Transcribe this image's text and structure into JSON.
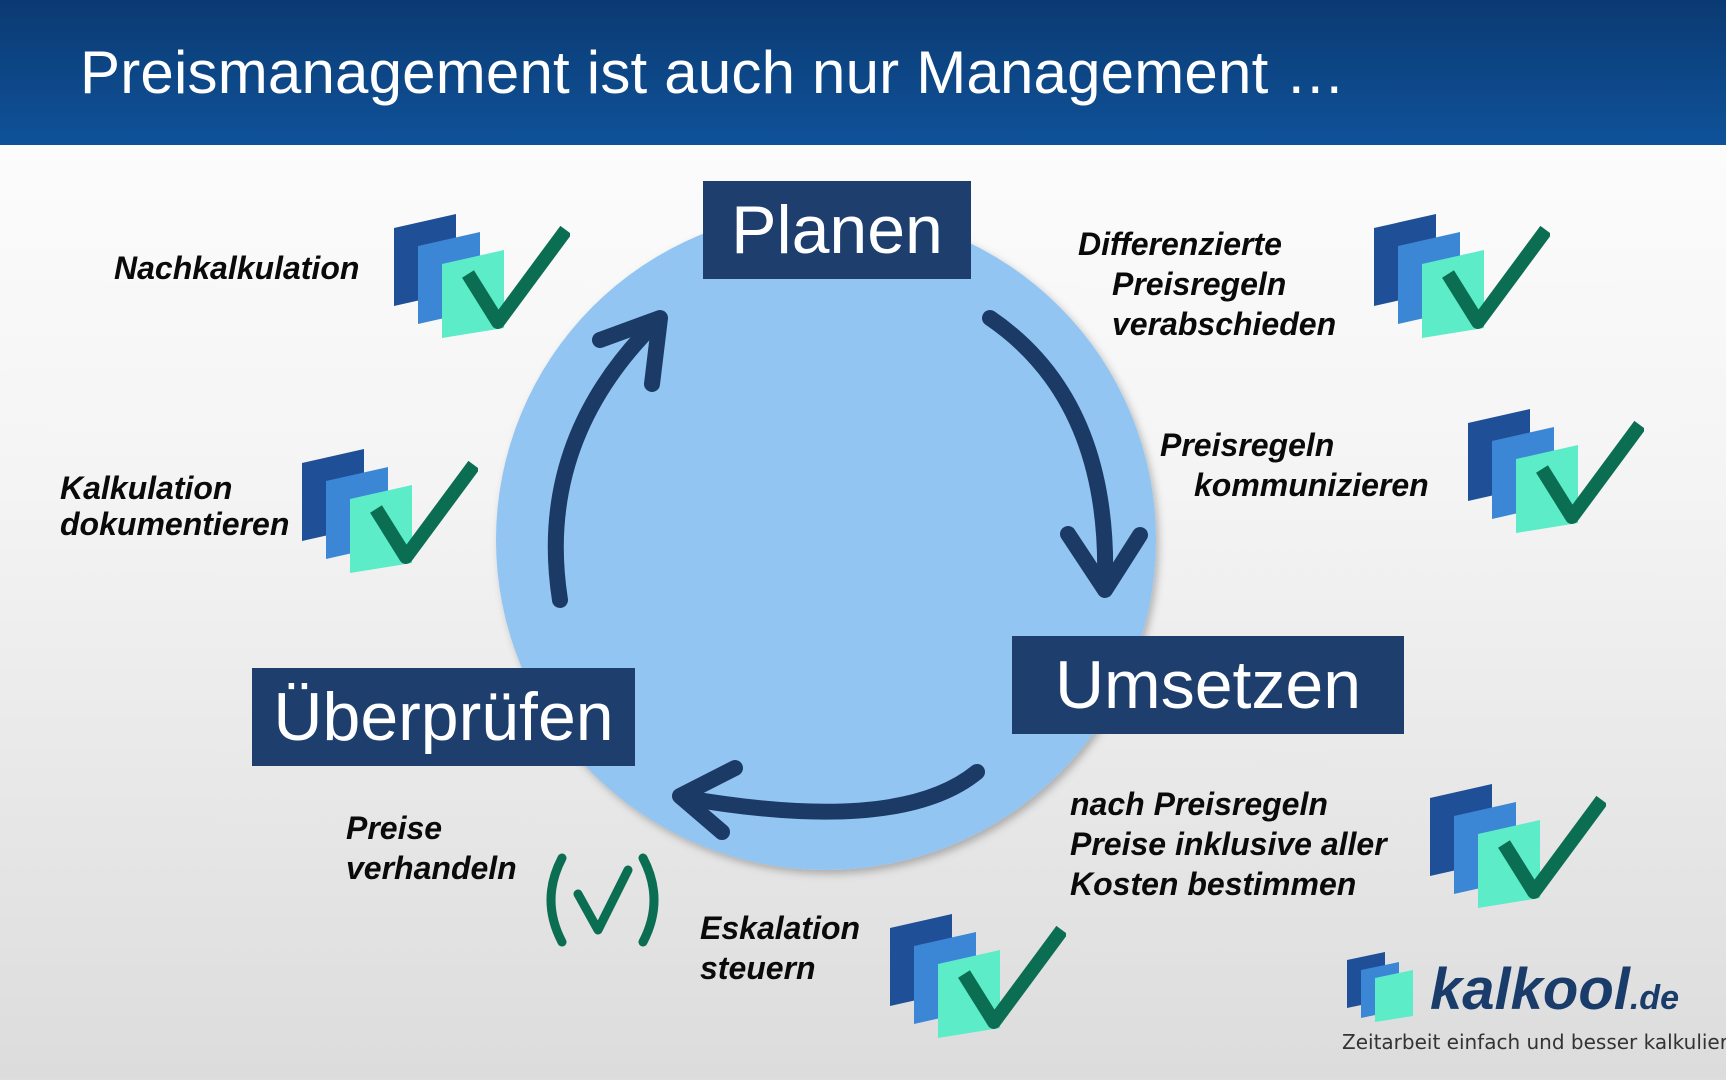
{
  "header": {
    "title": "Preismanagement ist auch nur Management …"
  },
  "phases": {
    "plan": "Planen",
    "execute": "Umsetzen",
    "review": "Überprüfen"
  },
  "activities": {
    "nachkalkulation": [
      "Nachkalkulation"
    ],
    "kalkulation_dokumentieren": [
      "Kalkulation",
      "dokumentieren"
    ],
    "differenzierte_preisregeln": [
      "Differenzierte",
      "Preisregeln",
      "verabschieden"
    ],
    "preisregeln_kommunizieren": [
      "Preisregeln",
      "kommunizieren"
    ],
    "preise_bestimmen": [
      "nach Preisregeln",
      "Preise inklusive aller",
      "Kosten bestimmen"
    ],
    "eskalation_steuern": [
      "Eskalation",
      "steuern"
    ],
    "preise_verhandeln": [
      "Preise",
      "verhandeln"
    ]
  },
  "icons": {
    "supported": "kalkool-check-icon",
    "partially_supported": "parenthesized-check-icon"
  },
  "colors": {
    "header": "#0f4f96",
    "circle": "#92c5f2",
    "arrow": "#1b3a66",
    "phase_box": "#1e3f6e",
    "check": "#0b6e52",
    "icon_dark": "#1f4f96",
    "icon_mid": "#3c86d6",
    "icon_light": "#5cecc8"
  },
  "logo": {
    "name": "kalkool",
    "tld": ".de",
    "tagline": "Zeitarbeit einfach und besser kalkulieren"
  }
}
